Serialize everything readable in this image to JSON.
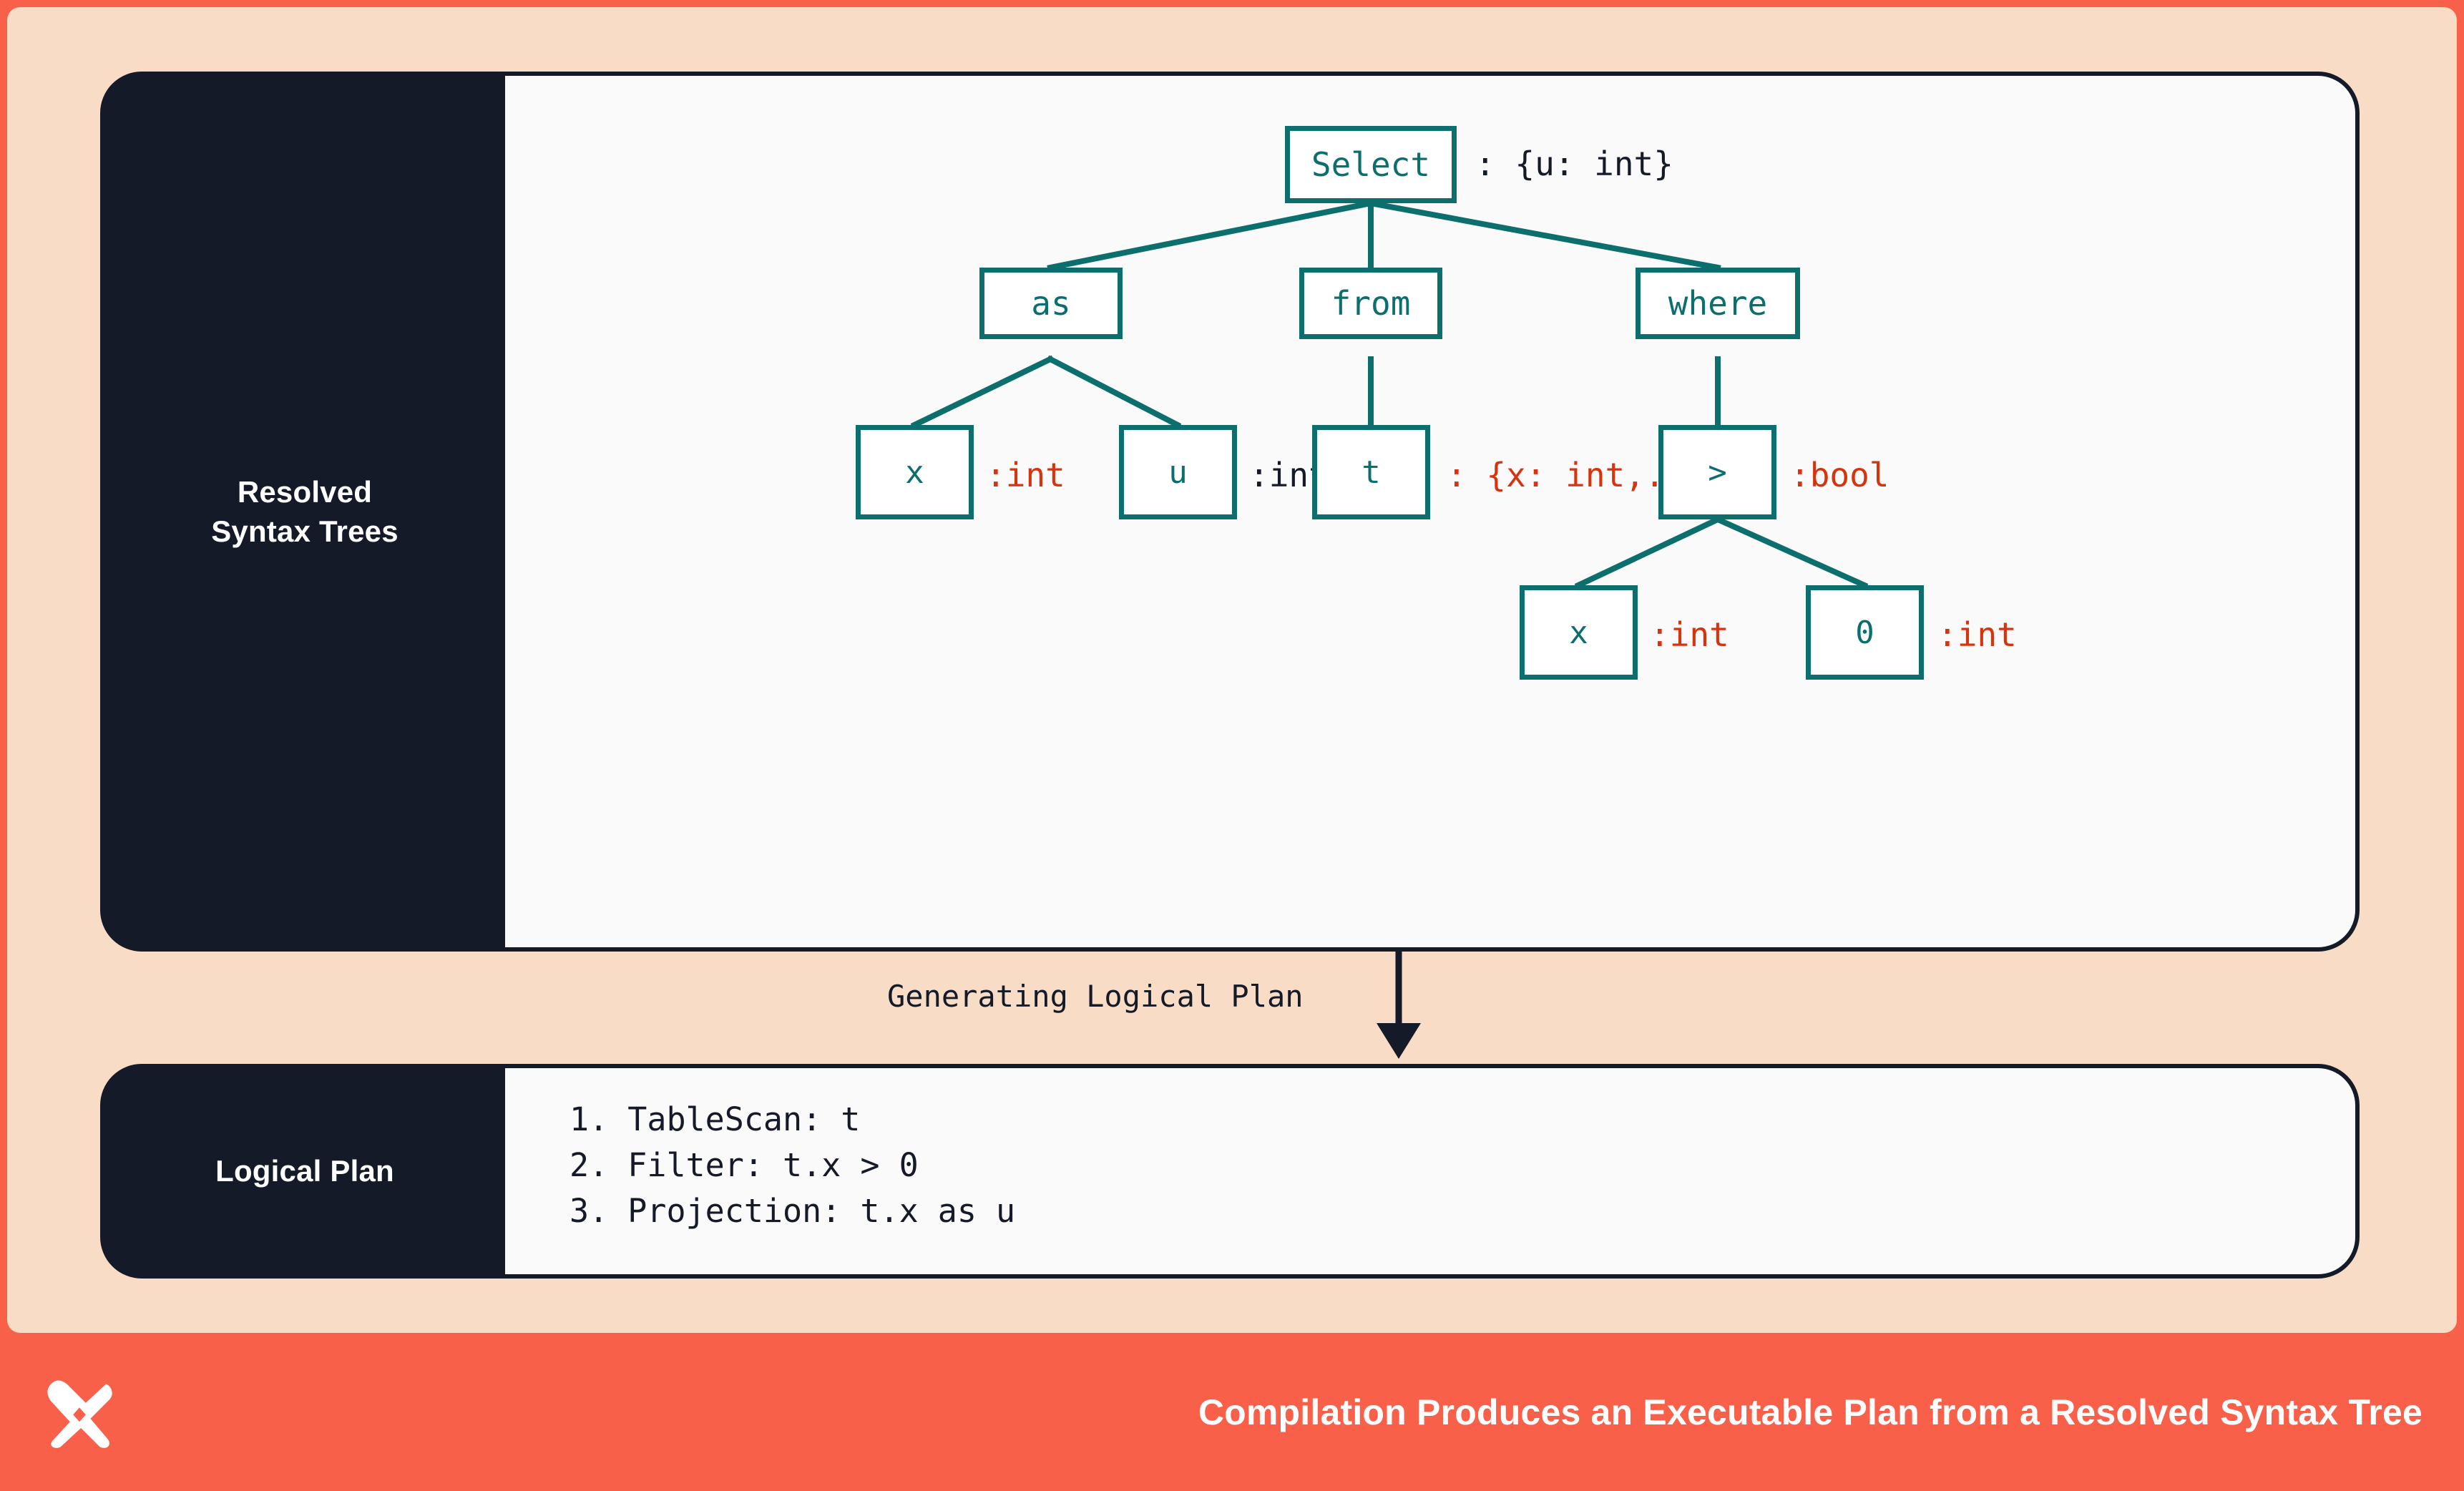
{
  "theme": {
    "frame_coral": "#f9604a",
    "canvas_peach": "#f8dcc6",
    "panel_dark": "#141a28",
    "panel_body": "#fafafa",
    "node_teal": "#0d6e6e",
    "annotation_red": "#d6330f",
    "annotation_dark": "#141a28",
    "caption_text": "#ffffff"
  },
  "panels": {
    "ast": {
      "rail_label": "Resolved\nSyntax Trees"
    },
    "plan": {
      "rail_label": "Logical Plan",
      "steps": [
        "1. TableScan: t",
        "2. Filter: t.x > 0",
        "3. Projection: t.x as u"
      ]
    }
  },
  "connector": {
    "label": "Generating Logical Plan"
  },
  "tree": {
    "nodes": {
      "select": "Select",
      "as": "as",
      "from": "from",
      "where": "where",
      "as_x": "x",
      "as_u": "u",
      "from_t": "t",
      "gt": ">",
      "gt_x": "x",
      "gt_zero": "0"
    },
    "annotations": {
      "select": ": {u: int}",
      "as_x": ":int",
      "as_u": ":int",
      "from_t": ": {x: int,...}",
      "gt": ":bool",
      "gt_x": ":int",
      "gt_zero": ":int"
    }
  },
  "caption": {
    "text": "Compilation Produces an Executable Plan from a Resolved Syntax Tree",
    "logo_name": "butterfly-x-logo"
  }
}
